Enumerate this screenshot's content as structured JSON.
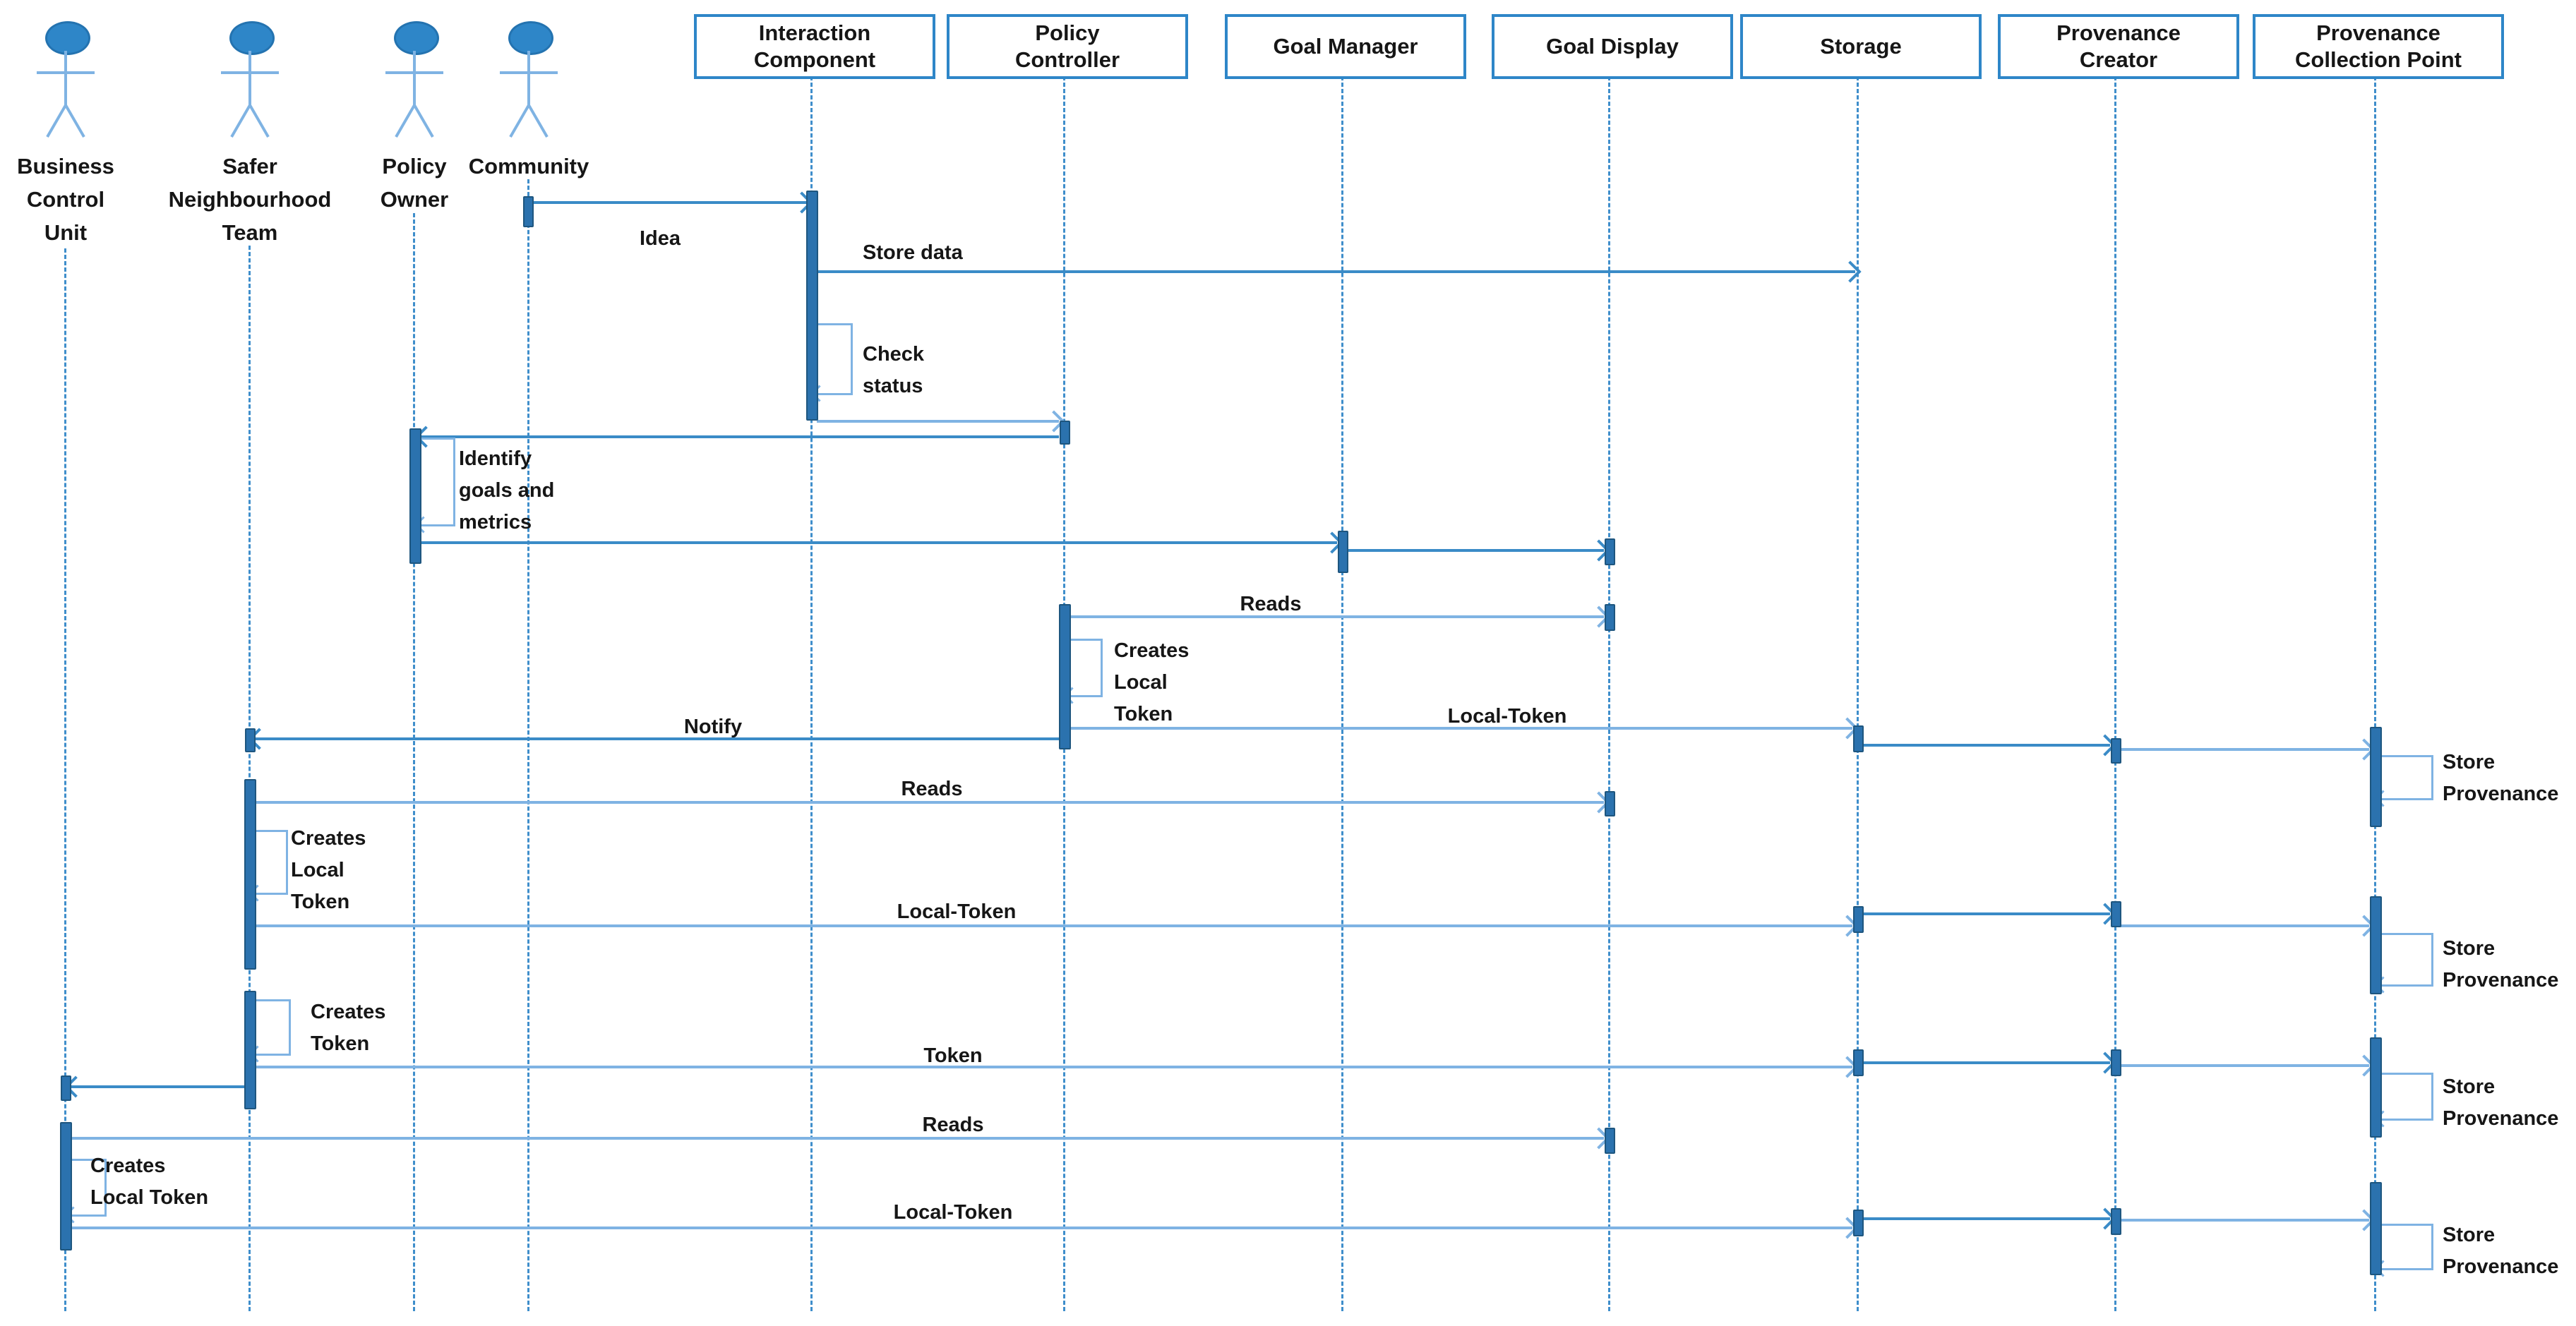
{
  "diagram": {
    "kind": "uml-sequence-diagram",
    "colors": {
      "actor_head": "#2e86c8",
      "actor_body": "#7fb3e3",
      "lifeline": "#3f8ecb",
      "box_border": "#2e86c8",
      "activation_fill": "#2b72ae",
      "activation_border": "#1e567f",
      "arrow_medium": "#3a8bc7",
      "arrow_light": "#7fb3e3",
      "text": "#161616",
      "background": "#ffffff"
    }
  },
  "actors": [
    {
      "name": "Business Control Unit",
      "display": "Business\nControl\nUnit"
    },
    {
      "name": "Safer Neighbourhood Team",
      "display": "Safer\nNeighbourhood\nTeam"
    },
    {
      "name": "Policy Owner",
      "display": "Policy\nOwner"
    },
    {
      "name": "Community",
      "display": "Community"
    }
  ],
  "components": [
    {
      "name": "Interaction Component",
      "display": "Interaction\nComponent"
    },
    {
      "name": "Policy Controller",
      "display": "Policy\nController"
    },
    {
      "name": "Goal Manager",
      "display": "Goal Manager"
    },
    {
      "name": "Goal Display",
      "display": "Goal Display"
    },
    {
      "name": "Storage",
      "display": "Storage"
    },
    {
      "name": "Provenance Creator",
      "display": "Provenance\nCreator"
    },
    {
      "name": "Provenance Collection Point",
      "display": "Provenance\nCollection Point"
    }
  ],
  "messages": [
    {
      "label": "Idea",
      "display": "Idea",
      "from": "Community",
      "to": "Interaction Component"
    },
    {
      "label": "Store data",
      "display": "Store data",
      "from": "Interaction Component",
      "to": "Storage"
    },
    {
      "label": "Check status",
      "display": "Check\nstatus",
      "self": "Interaction Component"
    },
    {
      "label": "",
      "from": "Interaction Component",
      "to": "Policy Controller"
    },
    {
      "label": "",
      "from": "Policy Controller",
      "to": "Policy Owner"
    },
    {
      "label": "Identify goals and metrics",
      "display": "Identify\ngoals and\nmetrics",
      "self": "Policy Owner"
    },
    {
      "label": "",
      "from": "Policy Owner",
      "to": "Goal Manager"
    },
    {
      "label": "",
      "from": "Goal Manager",
      "to": "Goal Display"
    },
    {
      "label": "Reads",
      "display": "Reads",
      "from": "Policy Controller",
      "to": "Goal Display"
    },
    {
      "label": "Creates Local Token",
      "display": "Creates\nLocal\nToken",
      "self": "Policy Controller"
    },
    {
      "label": "Local-Token",
      "display": "Local-Token",
      "from": "Policy Controller",
      "to": "Storage"
    },
    {
      "label": "Notify",
      "display": "Notify",
      "from": "Policy Controller",
      "to": "Safer Neighbourhood Team"
    },
    {
      "label": "",
      "from": "Storage",
      "to": "Provenance Creator"
    },
    {
      "label": "",
      "from": "Provenance Creator",
      "to": "Provenance Collection Point"
    },
    {
      "label": "Store Provenance",
      "display": "Store\nProvenance",
      "self": "Provenance Collection Point"
    },
    {
      "label": "Reads",
      "display": "Reads",
      "from": "Safer Neighbourhood Team",
      "to": "Goal Display"
    },
    {
      "label": "Creates Local Token",
      "display": "Creates\nLocal\nToken",
      "self": "Safer Neighbourhood Team"
    },
    {
      "label": "Local-Token",
      "display": "Local-Token",
      "from": "Safer Neighbourhood Team",
      "to": "Storage"
    },
    {
      "label": "",
      "from": "Storage",
      "to": "Provenance Creator"
    },
    {
      "label": "",
      "from": "Provenance Creator",
      "to": "Provenance Collection Point"
    },
    {
      "label": "Store Provenance",
      "display": "Store\nProvenance",
      "self": "Provenance Collection Point"
    },
    {
      "label": "Creates Token",
      "display": "Creates\nToken",
      "self": "Safer Neighbourhood Team"
    },
    {
      "label": "Token",
      "display": "Token",
      "from": "Safer Neighbourhood Team",
      "to": "Storage"
    },
    {
      "label": "",
      "from": "Safer Neighbourhood Team",
      "to": "Business Control Unit"
    },
    {
      "label": "",
      "from": "Storage",
      "to": "Provenance Creator"
    },
    {
      "label": "",
      "from": "Provenance Creator",
      "to": "Provenance Collection Point"
    },
    {
      "label": "Store Provenance",
      "display": "Store\nProvenance",
      "self": "Provenance Collection Point"
    },
    {
      "label": "Reads",
      "display": "Reads",
      "from": "Business Control Unit",
      "to": "Goal Display"
    },
    {
      "label": "Creates Local Token",
      "display": "Creates\nLocal Token",
      "self": "Business Control Unit"
    },
    {
      "label": "Local-Token",
      "display": "Local-Token",
      "from": "Business Control Unit",
      "to": "Storage"
    },
    {
      "label": "",
      "from": "Storage",
      "to": "Provenance Creator"
    },
    {
      "label": "",
      "from": "Provenance Creator",
      "to": "Provenance Collection Point"
    },
    {
      "label": "Store Provenance",
      "display": "Store\nProvenance",
      "self": "Provenance Collection Point"
    }
  ]
}
